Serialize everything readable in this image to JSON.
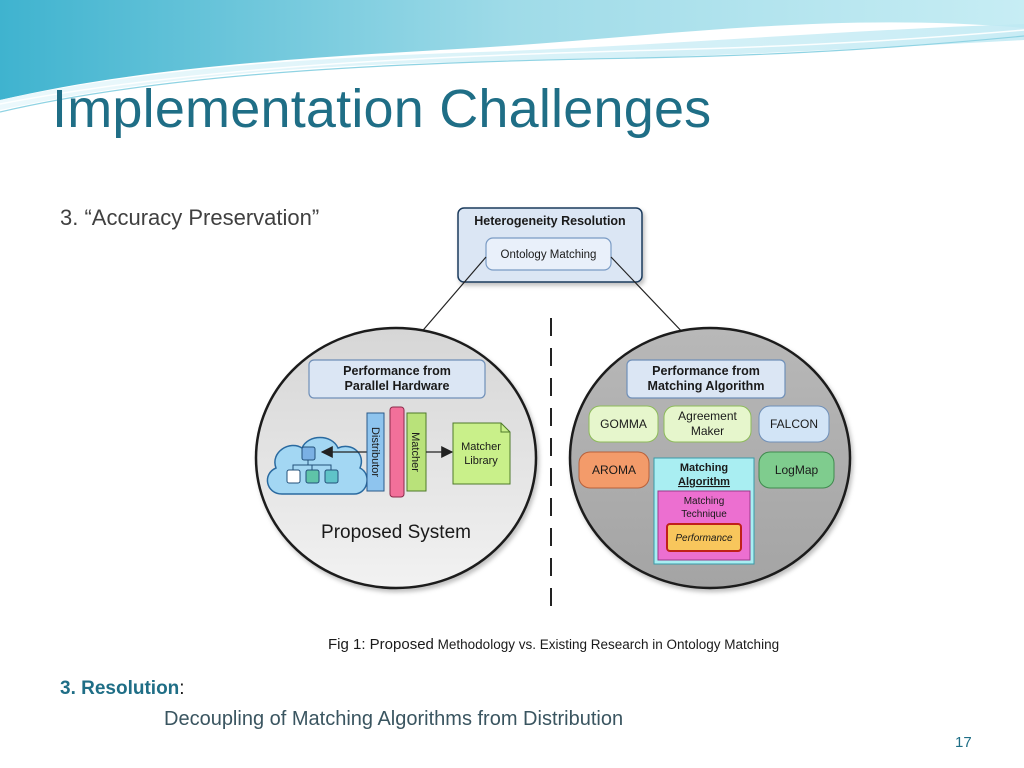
{
  "slide": {
    "title": "Implementation Challenges",
    "bullet_point": "3.  “Accuracy Preservation”",
    "resolution_heading": "3.  Resolution",
    "resolution_colon": ":",
    "resolution_text": "Decoupling of Matching Algorithms from Distribution",
    "slide_number": "17"
  },
  "figure": {
    "top_box": {
      "title": "Heterogeneity Resolution",
      "inner": "Ontology Matching"
    },
    "left_circle": {
      "header_line1": "Performance from",
      "header_line2": "Parallel Hardware",
      "distributor": "Distributor",
      "matcher": "Matcher",
      "library_line1": "Matcher",
      "library_line2": "Library",
      "caption": "Proposed System"
    },
    "right_circle": {
      "header_line1": "Performance from",
      "header_line2": "Matching Algorithm",
      "gomma": "GOMMA",
      "agreement_line1": "Agreement",
      "agreement_line2": "Maker",
      "falcon": "FALCON",
      "aroma": "AROMA",
      "logmap": "LogMap",
      "algo_line1": "Matching",
      "algo_line2": "Algorithm",
      "technique_line1": "Matching",
      "technique_line2": "Technique",
      "performance": "Performance"
    },
    "caption_main": "Fig 1: Proposed",
    "caption_rest": " Methodology vs. Existing Research in Ontology Matching"
  },
  "colors": {
    "title": "#1f6e86",
    "box_blue": "#dbe6f4",
    "gomma_green": "#e6f6cc",
    "falcon_blue": "#d2e4f6",
    "aroma_orange": "#f39b6a",
    "logmap_green": "#7fcc8e",
    "algo_cyan": "#a9eef2",
    "technique_pink": "#ec6fd0",
    "performance_orange": "#f8c65c"
  }
}
